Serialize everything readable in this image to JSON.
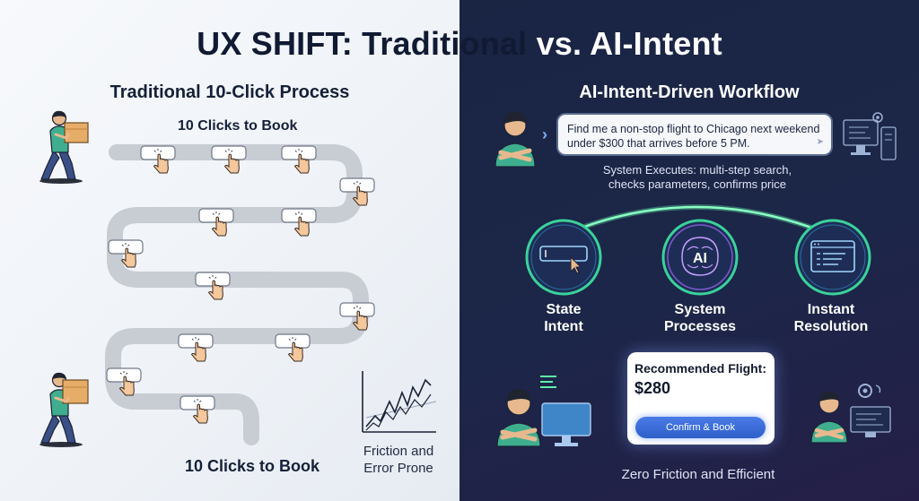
{
  "header": {
    "title_part1": "UX SHIFT: Traditional",
    "title_part2": "vs. AI-Intent"
  },
  "traditional": {
    "title": "Traditional 10-Click Process",
    "clicks_top": "10 Clicks to Book",
    "clicks_bottom": "10 Clicks to Book",
    "friction_line1": "Friction and",
    "friction_line2": "Error Prone"
  },
  "ai": {
    "title": "AI-Intent-Driven Workflow",
    "query_line1": "Find me a non-stop flight to Chicago next weekend",
    "query_line2": "under $300 that arrives before 5 PM.",
    "system_line1": "System Executes: multi-step search,",
    "system_line2": "checks parameters, confirms price",
    "ai_badge": "AI",
    "steps": [
      {
        "line1": "State",
        "line2": "Intent"
      },
      {
        "line1": "System",
        "line2": "Processes"
      },
      {
        "line1": "Instant",
        "line2": "Resolution"
      }
    ],
    "recommended_title": "Recommended Flight:",
    "price": "$280",
    "confirm_label": "Confirm & Book",
    "footer": "Zero Friction and Efficient"
  },
  "colors": {
    "left_bg": "#f1f4f8",
    "right_bg": "#1b2546",
    "glow_green": "#5ef0a8",
    "accent_blue": "#3b6fd9",
    "path_gray": "#c8ccd3"
  }
}
